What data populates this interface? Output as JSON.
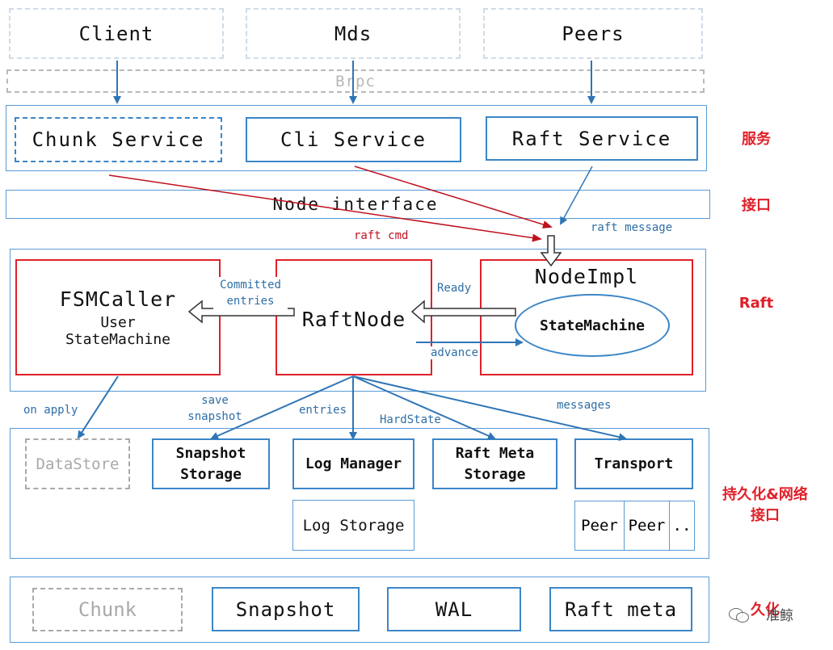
{
  "top": {
    "client": "Client",
    "mds": "Mds",
    "peers": "Peers",
    "brpc": "Brpc"
  },
  "services": {
    "chunk": "Chunk Service",
    "cli": "Cli Service",
    "raft": "Raft Service"
  },
  "node_interface": "Node interface",
  "raft": {
    "fsm_title": "FSMCaller",
    "fsm_line1": "User",
    "fsm_line2": "StateMachine",
    "raftnode": "RaftNode",
    "nodeimpl": "NodeImpl",
    "statemachine": "StateMachine"
  },
  "storage": {
    "datastore": "DataStore",
    "snapshot_storage_1": "Snapshot",
    "snapshot_storage_2": "Storage",
    "log_manager": "Log Manager",
    "raft_meta_1": "Raft Meta",
    "raft_meta_2": "Storage",
    "transport": "Transport",
    "log_storage": "Log Storage",
    "peer1": "Peer",
    "peer2": "Peer",
    "peer_more": ".."
  },
  "disk": {
    "chunk": "Chunk",
    "snapshot": "Snapshot",
    "wal": "WAL",
    "raft_meta": "Raft meta"
  },
  "labels": {
    "raft_cmd": "raft cmd",
    "raft_message": "raft message",
    "committed_1": "Committed",
    "committed_2": "entries",
    "ready": "Ready",
    "advance": "advance",
    "on_apply": "on apply",
    "save_1": "save",
    "save_2": "snapshot",
    "entries": "entries",
    "hardstate": "HardState",
    "messages": "messages"
  },
  "side": {
    "service": "服务",
    "interface": "接口",
    "raft": "Raft",
    "persist_1": "持久化&网络",
    "persist_2": "接口",
    "persist_disk": "久化",
    "watermark": "准鲸"
  },
  "colors": {
    "blue": "#3b86c8",
    "red": "#e0202a",
    "gray": "#a9a9a9",
    "arrow_blue": "#2e75b6",
    "arrow_red": "#c0101e"
  }
}
